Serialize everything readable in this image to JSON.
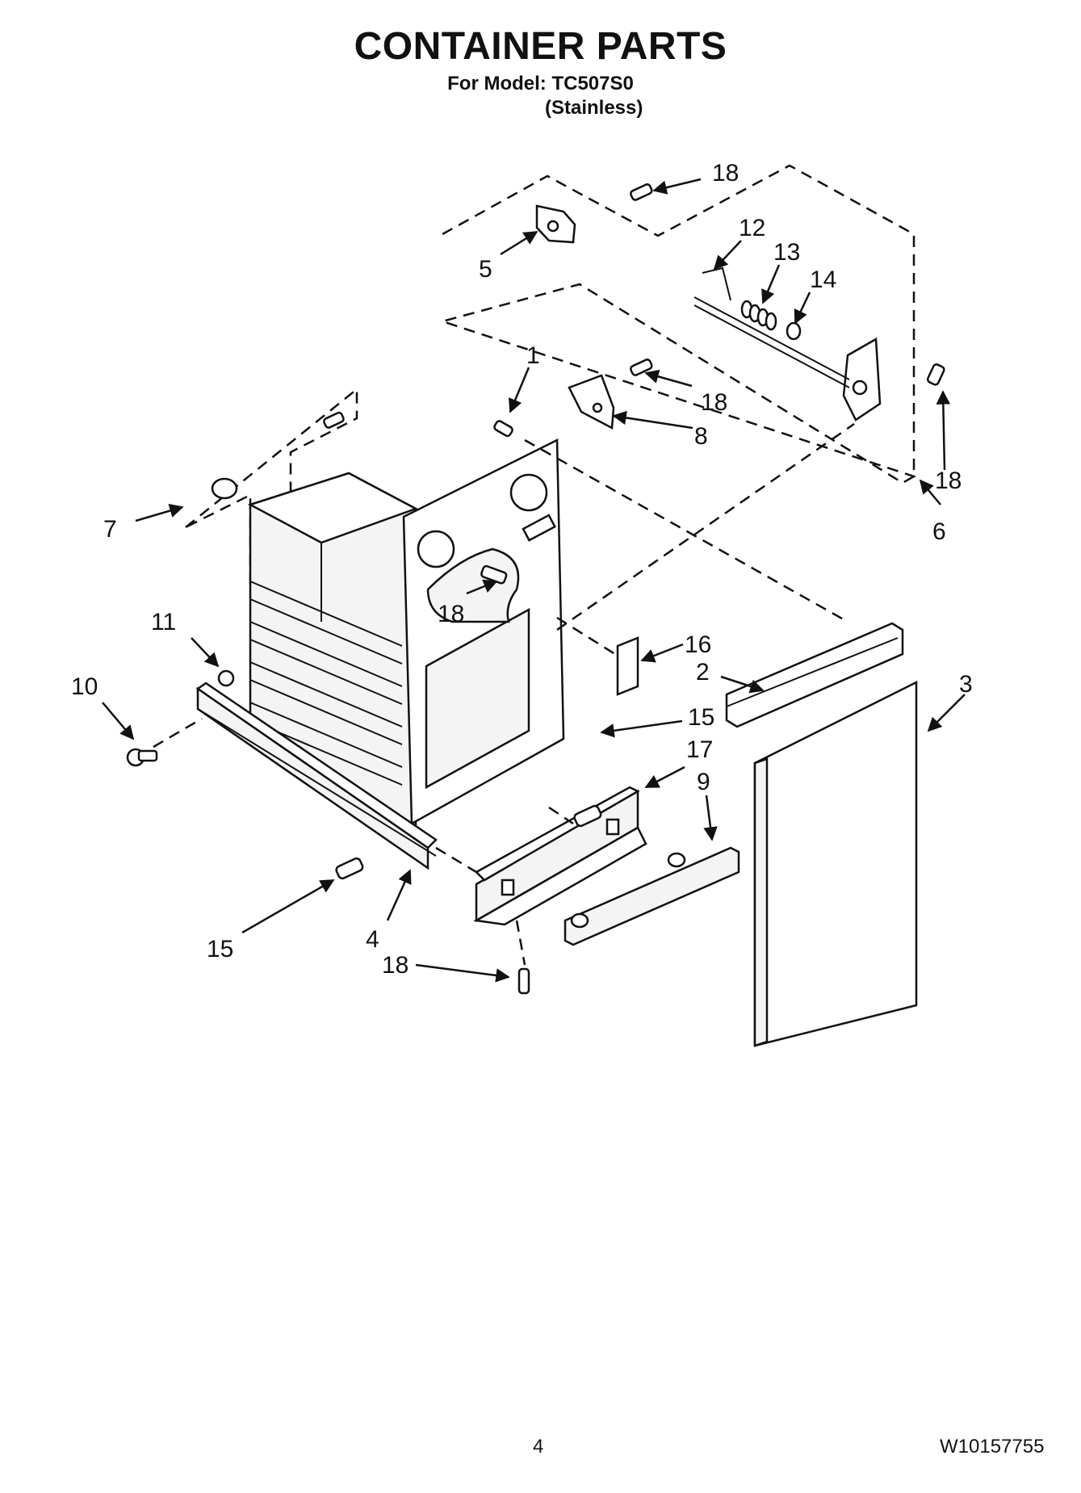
{
  "header": {
    "title": "CONTAINER PARTS",
    "model_line": "For Model: TC507S0",
    "finish": "(Stainless)"
  },
  "callouts": {
    "c1": "1",
    "c2": "2",
    "c3": "3",
    "c4": "4",
    "c5": "5",
    "c6": "6",
    "c7": "7",
    "c8": "8",
    "c9": "9",
    "c10": "10",
    "c11": "11",
    "c12": "12",
    "c13": "13",
    "c14": "14",
    "c15a": "15",
    "c15b": "15",
    "c16": "16",
    "c17": "17",
    "c18a": "18",
    "c18b": "18",
    "c18c": "18",
    "c18d": "18",
    "c18e": "18"
  },
  "footer": {
    "page_number": "4",
    "document_number": "W10157755"
  }
}
